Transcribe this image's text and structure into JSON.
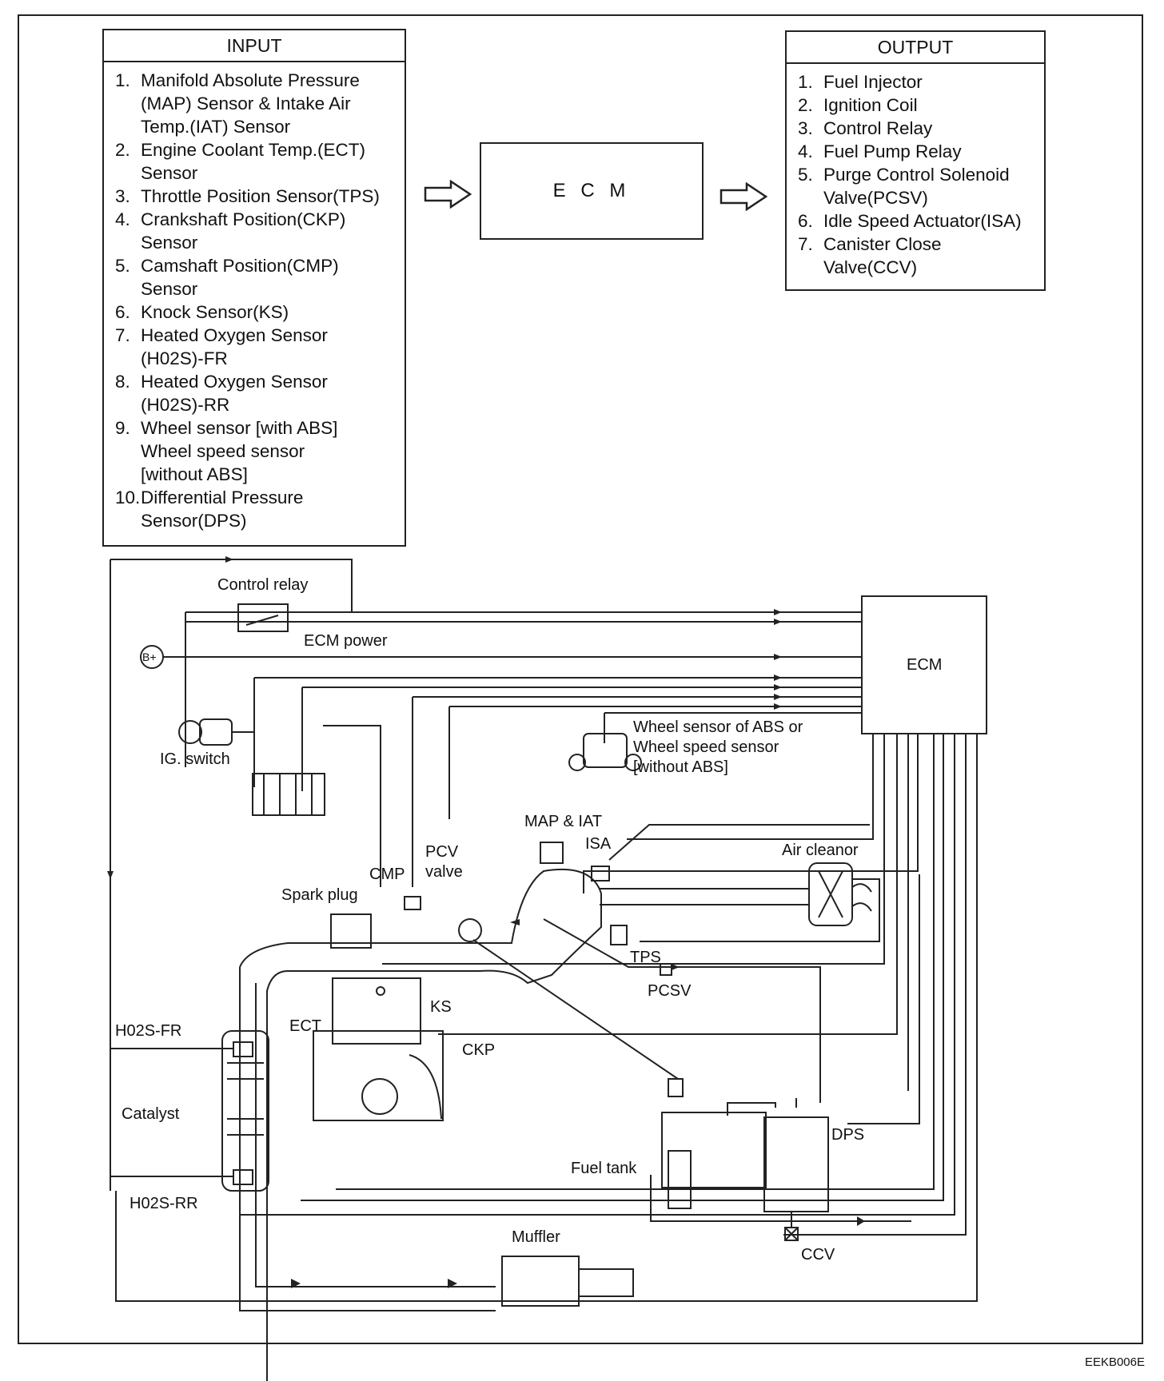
{
  "input": {
    "title": "INPUT",
    "items": [
      {
        "n": "1.",
        "t": "Manifold Absolute Pressure\n(MAP) Sensor & Intake Air\nTemp.(IAT) Sensor"
      },
      {
        "n": "2.",
        "t": "Engine Coolant Temp.(ECT)\nSensor"
      },
      {
        "n": "3.",
        "t": "Throttle Position Sensor(TPS)"
      },
      {
        "n": "4.",
        "t": "Crankshaft Position(CKP)\nSensor"
      },
      {
        "n": "5.",
        "t": "Camshaft Position(CMP)\nSensor"
      },
      {
        "n": "6.",
        "t": "Knock Sensor(KS)"
      },
      {
        "n": "7.",
        "t": "Heated Oxygen Sensor\n(H02S)-FR"
      },
      {
        "n": "8.",
        "t": "Heated Oxygen Sensor\n(H02S)-RR"
      },
      {
        "n": "9.",
        "t": "Wheel sensor [with ABS]\nWheel speed sensor\n[without ABS]"
      },
      {
        "n": "10.",
        "t": "Differential Pressure\nSensor(DPS)"
      }
    ]
  },
  "output": {
    "title": "OUTPUT",
    "items": [
      {
        "n": "1.",
        "t": "Fuel Injector"
      },
      {
        "n": "2.",
        "t": "Ignition Coil"
      },
      {
        "n": "3.",
        "t": "Control Relay"
      },
      {
        "n": "4.",
        "t": "Fuel Pump Relay"
      },
      {
        "n": "5.",
        "t": "Purge Control Solenoid\nValve(PCSV)"
      },
      {
        "n": "6.",
        "t": "Idle Speed Actuator(ISA)"
      },
      {
        "n": "7.",
        "t": "Canister Close\nValve(CCV)"
      }
    ]
  },
  "ecm_block": "E C M",
  "schematic": {
    "control_relay": "Control relay",
    "ecm_power": "ECM power",
    "battery": "B+",
    "ecm": "ECM",
    "ig_switch": "IG. switch",
    "wheel_sensor": "Wheel sensor of ABS or\nWheel speed sensor\n[without ABS]",
    "map_iat": "MAP & IAT",
    "isa": "ISA",
    "air_cleaner": "Air cleanor",
    "pcv_valve": "PCV\nvalve",
    "cmp": "CMP",
    "spark_plug": "Spark plug",
    "tps": "TPS",
    "pcsv": "PCSV",
    "ks": "KS",
    "ect": "ECT",
    "h02s_fr": "H02S-FR",
    "ckp": "CKP",
    "catalyst": "Catalyst",
    "dps": "DPS",
    "fuel_tank": "Fuel tank",
    "h02s_rr": "H02S-RR",
    "muffler": "Muffler",
    "ccv": "CCV"
  },
  "figure_code": "EEKB006E"
}
